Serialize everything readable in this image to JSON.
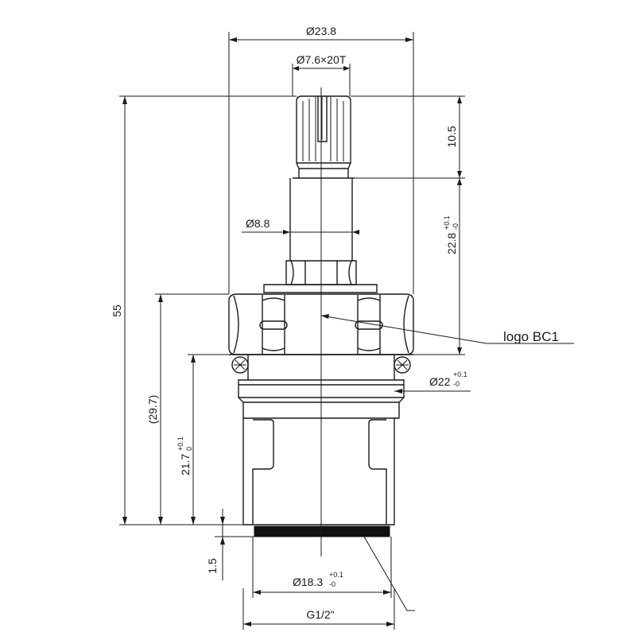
{
  "drawing": {
    "dimensions": {
      "outer_diameter": "Ø23.8",
      "spindle": "Ø7.6×20T",
      "spline_length": "10.5",
      "stem_height_main": "22.8",
      "stem_height_tol_upper": "+0.1",
      "stem_height_tol_lower": "-0",
      "shaft_diameter": "Ø8.8",
      "overall_height": "55",
      "body_height": "(29.7)",
      "thread_height_main": "21.7",
      "thread_height_tol_upper": "+0.1",
      "thread_height_tol_lower": "0",
      "oring_diameter_main": "Ø22",
      "oring_diameter_tol_upper": "+0.1",
      "oring_diameter_tol_lower": "-0",
      "washer_thickness": "1.5",
      "base_diameter_main": "Ø18.3",
      "base_diameter_tol_upper": "+0.1",
      "base_diameter_tol_lower": "-0",
      "thread_size": "G1/2\""
    },
    "callouts": {
      "logo": "logo BC1"
    }
  }
}
